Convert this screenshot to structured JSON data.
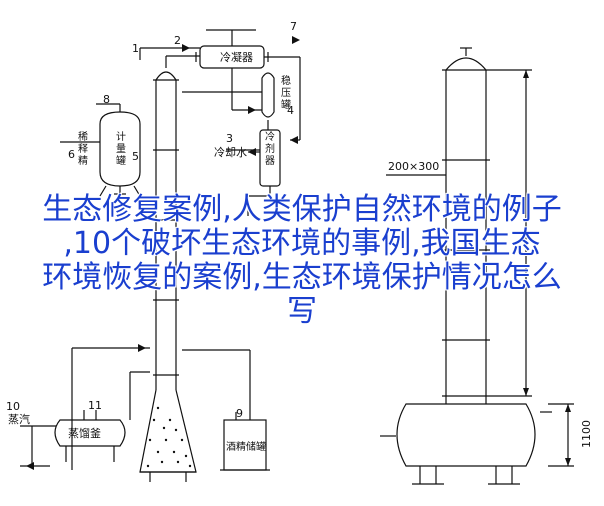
{
  "diagram": {
    "labels": {
      "condenser": "冷凝器",
      "stabilizer": "稳\n压\n罐",
      "dilute_text": "稀\n释\n精",
      "metering_tank": "计\n量\n罐",
      "cooling_water": "冷却水",
      "cold_solvent": "冷\n剂\n器",
      "steam": "蒸汽",
      "distill_kettle": "蒸馏釜",
      "alcohol_tank": "酒精储罐"
    },
    "numbers": {
      "n1": "1",
      "n2": "2",
      "n3": "3",
      "n4": "4",
      "n5": "5",
      "n6": "6",
      "n7": "7",
      "n8": "8",
      "n9": "9",
      "n10": "10",
      "n11": "11"
    },
    "dimensions": {
      "section": "200×300",
      "height": "1100"
    }
  },
  "overlay": {
    "line1": "生态修复案例,人类保护自然环境的例子",
    "line2": ",10个破坏生态环境的事例,我国生态",
    "line3": "环境恢复的案例,生态环境保护情况怎么",
    "line4": "写"
  }
}
